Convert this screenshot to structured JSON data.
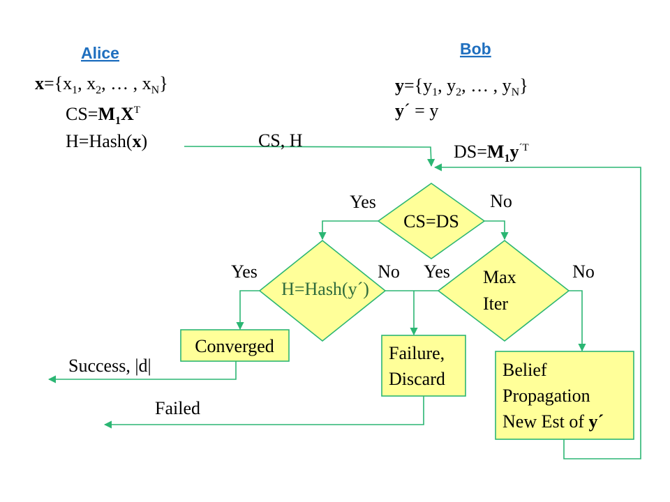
{
  "alice": {
    "name": "Alice",
    "x_prefix": "x",
    "x_eq": "={x",
    "x_sub1": "1",
    "x_sep1": ", x",
    "x_sub2": "2",
    "x_sep2": ", … , x",
    "x_subN": "N",
    "x_close": "}",
    "cs_lhs": "CS=",
    "cs_m": "M",
    "cs_m_sub": "1",
    "cs_x": "X",
    "cs_t": "T",
    "h_prefix": "H=Hash(",
    "h_arg": "x",
    "h_suffix": ")"
  },
  "bob": {
    "name": "Bob",
    "y_prefix": "y",
    "y_eq": "={y",
    "y_sub1": "1",
    "y_sep1": ", y",
    "y_sub2": "2",
    "y_sep2": ", … , y",
    "y_subN": "N",
    "y_close": "}",
    "yprime_lhs": "y",
    "yprime_rest": "´ = y",
    "ds_lhs": "DS=",
    "ds_m": "M",
    "ds_m_sub": "1",
    "ds_y": "y",
    "ds_t": "´T"
  },
  "channel": {
    "label": "CS, H"
  },
  "flow": {
    "cs_check": "CS=DS",
    "cs_yes": "Yes",
    "cs_no": "No",
    "hash_check": "H=Hash(y´)",
    "hash_yes": "Yes",
    "hash_no": "No",
    "iter_check_line1": "Max",
    "iter_check_line2": "Iter",
    "iter_yes": "Yes",
    "iter_no": "No",
    "converged": "Converged",
    "failure_line1": "Failure,",
    "failure_line2": "Discard",
    "bp_line1": "Belief",
    "bp_line2": "Propagation",
    "bp_line3_text": "New Est of ",
    "bp_line3_var": "y´",
    "success": "Success, |d|",
    "failed": "Failed"
  },
  "colors": {
    "party_label": "#1f6fbf",
    "flow_line": "#2bb673",
    "box_fill": "#ffff99"
  }
}
